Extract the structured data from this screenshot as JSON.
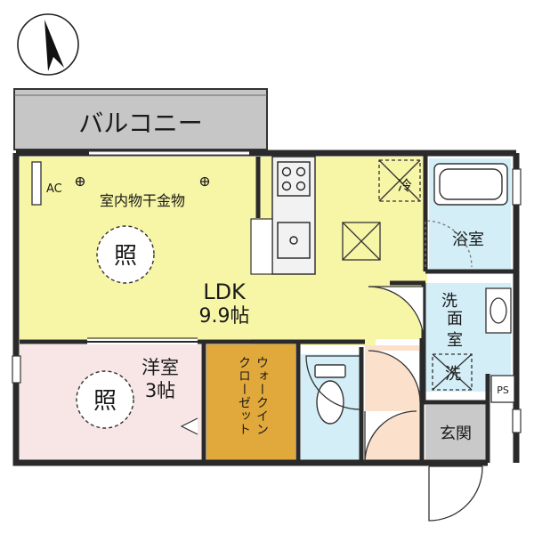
{
  "floorplan": {
    "balcony": "バルコニー",
    "ac": "AC",
    "drying_rack": "室内物干金物",
    "ceiling_light": "照",
    "ldk_name": "LDK",
    "ldk_size": "9.9帖",
    "western_room_name": "洋室",
    "western_room_size": "3帖",
    "walk_in_closet_line1": "ウォークイン",
    "walk_in_closet_line2": "クローゼット",
    "bathroom": "浴室",
    "washroom_chars": [
      "洗",
      "面",
      "室"
    ],
    "fridge_mark": "冷",
    "washer_mark": "洗",
    "pipe_space": "PS",
    "entrance": "玄関",
    "colors": {
      "ldk": "#f7f5a6",
      "western_room": "#f8e6e6",
      "closet": "#e1a93b",
      "water_area": "#d4eef7",
      "hall": "#fbe0cc",
      "entrance": "#c9c9c9",
      "balcony": "#c6c6c6",
      "wall": "#2a2a2a"
    }
  }
}
